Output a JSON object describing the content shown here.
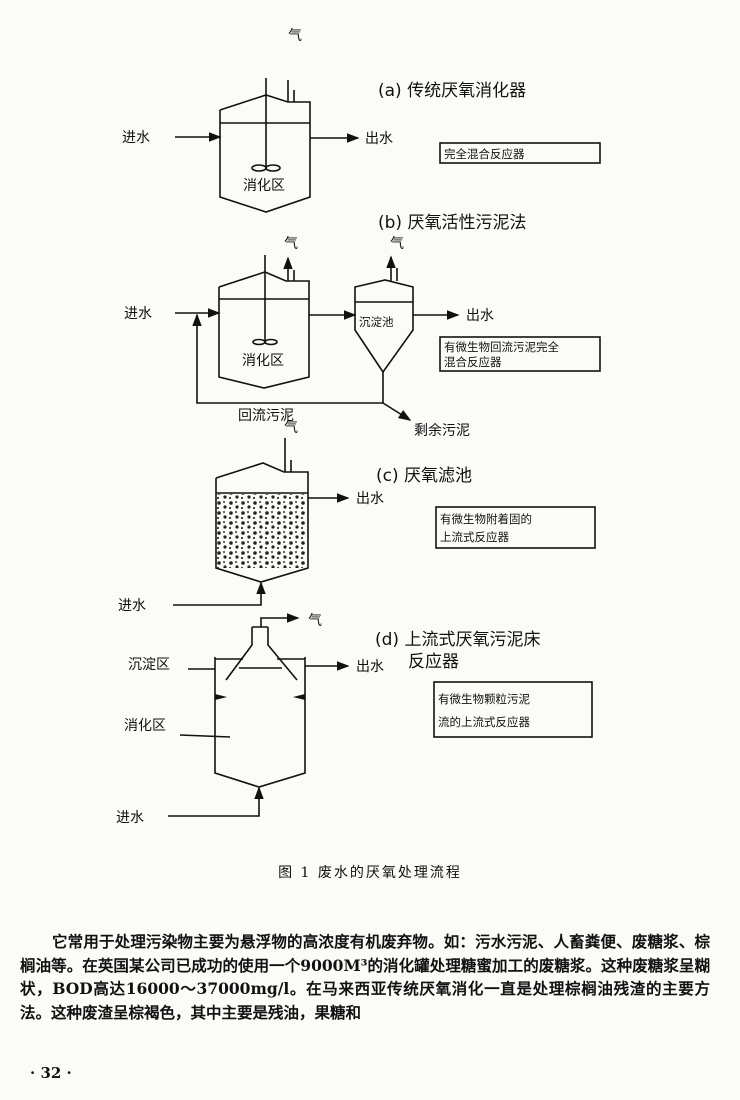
{
  "figure": {
    "a": {
      "title": "(a)  传统厌氧消化器",
      "box": "完全混合反应器",
      "gas": "气",
      "inlet": "进水",
      "outlet": "出水",
      "zone": "消化区"
    },
    "b": {
      "title": "(b)  厌氧活性污泥法",
      "box_line1": "有微生物回流污泥完全",
      "box_line2": "混合反应器",
      "gas1": "气",
      "gas2": "气",
      "inlet": "进水",
      "outlet": "出水",
      "zone": "消化区",
      "settler": "沉淀池",
      "recycle": "回流污泥",
      "excess": "剩余污泥"
    },
    "c": {
      "title": "(c)  厌氧滤池",
      "box_line1": "有微生物附着固的",
      "box_line2": "上流式反应器",
      "gas": "气",
      "inlet": "进水",
      "outlet": "出水"
    },
    "d": {
      "title_line1": "(d) 上流式厌氧污泥床",
      "title_line2": "反应器",
      "box_line1": "有微生物颗粒污泥",
      "box_line2": "流的上流式反应器",
      "gas": "气",
      "inlet": "进水",
      "outlet": "出水",
      "settle_zone": "沉淀区",
      "digest_zone": "消化区"
    },
    "caption": "图 1   废水的厌氧处理流程"
  },
  "body_text": "它常用于处理污染物主要为悬浮物的高浓度有机废弃物。如：污水污泥、人畜粪便、废糖浆、棕榈油等。在英国某公司已成功的使用一个9000M³的消化罐处理糖蜜加工的废糖浆。这种废糖浆呈糊状，BOD高达16000～37000mg/l。在马来西亚传统厌氧消化一直是处理棕榈油残渣的主要方法。这种废渣呈棕褐色，其中主要是残油，果糖和",
  "page_number": "· 32 ·"
}
